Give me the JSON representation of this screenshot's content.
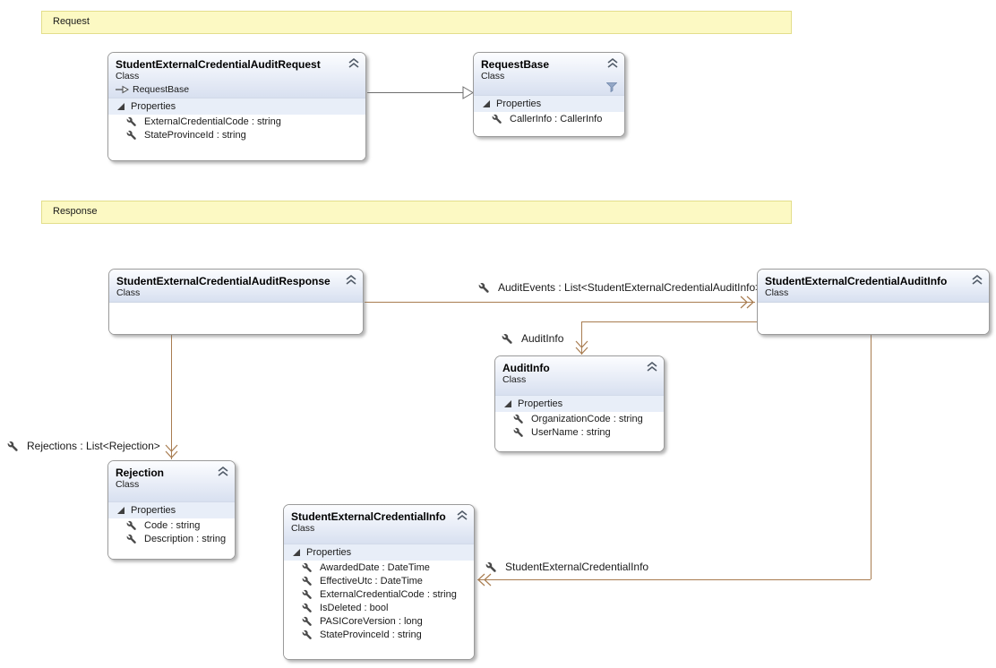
{
  "banners": [
    {
      "label": "Request"
    },
    {
      "label": "Response"
    }
  ],
  "classes": [
    {
      "title": "StudentExternalCredentialAuditRequest",
      "kind": "Class",
      "base": "RequestBase",
      "sections": [
        {
          "name": "Properties",
          "members": [
            "ExternalCredentialCode : string",
            "StateProvinceId : string"
          ]
        }
      ]
    },
    {
      "title": "RequestBase",
      "kind": "Class",
      "sections": [
        {
          "name": "Properties",
          "members": [
            "CallerInfo : CallerInfo"
          ]
        }
      ]
    },
    {
      "title": "StudentExternalCredentialAuditResponse",
      "kind": "Class",
      "sections": []
    },
    {
      "title": "StudentExternalCredentialAuditInfo",
      "kind": "Class",
      "sections": []
    },
    {
      "title": "AuditInfo",
      "kind": "Class",
      "sections": [
        {
          "name": "Properties",
          "members": [
            "OrganizationCode : string",
            "UserName : string"
          ]
        }
      ]
    },
    {
      "title": "Rejection",
      "kind": "Class",
      "sections": [
        {
          "name": "Properties",
          "members": [
            "Code : string",
            "Description : string"
          ]
        }
      ]
    },
    {
      "title": "StudentExternalCredentialInfo",
      "kind": "Class",
      "sections": [
        {
          "name": "Properties",
          "members": [
            "AwardedDate : DateTime",
            "EffectiveUtc : DateTime",
            "ExternalCredentialCode : string",
            "IsDeleted : bool",
            "PASICoreVersion : long",
            "StateProvinceId : string"
          ]
        }
      ]
    }
  ],
  "associations": [
    {
      "label": "AuditEvents : List<StudentExternalCredentialAuditInfo>"
    },
    {
      "label": "AuditInfo"
    },
    {
      "label": "Rejections : List<Rejection>"
    },
    {
      "label": "StudentExternalCredentialInfo"
    }
  ],
  "colors": {
    "association_line": "#a87c50",
    "inheritance_line": "#6e6e6e",
    "banner_background": "#fcf9c3",
    "banner_border": "#e3de8b",
    "header_gradient_end": "#d8e0f0",
    "compartment_background": "#e8eef8"
  }
}
